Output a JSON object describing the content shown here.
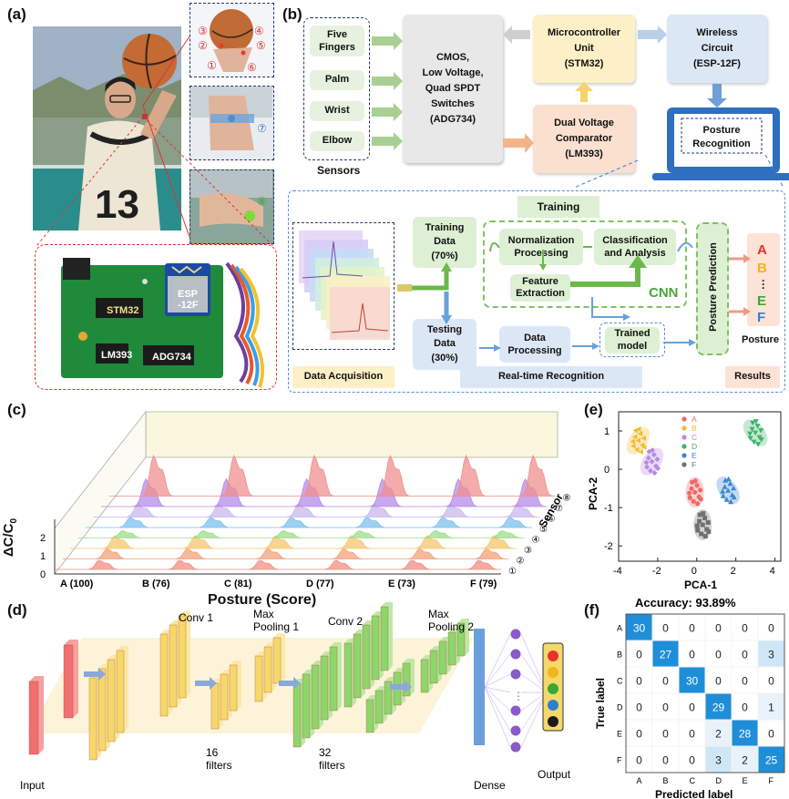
{
  "panels": {
    "a": "(a)",
    "b": "(b)",
    "c": "(c)",
    "d": "(d)",
    "e": "(e)",
    "f": "(f)"
  },
  "panel_a": {
    "sensor_markers": [
      "①",
      "②",
      "③",
      "④",
      "⑤",
      "⑥",
      "⑦",
      "⑧"
    ],
    "chips": [
      "STM32",
      "ESP\n-12F",
      "LM393",
      "ADG734"
    ]
  },
  "panel_b": {
    "sensors": [
      "Five\nFingers",
      "Palm",
      "Wrist",
      "Elbow"
    ],
    "sensors_label": "Sensors",
    "switch_box": "CMOS,\nLow Voltage,\nQuad SPDT\nSwitches\n(ADG734)",
    "mcu_box": "Microcontroller\nUnit\n(STM32)",
    "wireless_box": "Wireless\nCircuit\n(ESP-12F)",
    "comparator_box": "Dual Voltage\nComparator\n(LM393)",
    "laptop_label": "Posture\nRecognition",
    "training_title": "Training",
    "training_data": "Training\nData\n(70%)",
    "testing_data": "Testing\nData\n(30%)",
    "normalization": "Normalization\nProcessing",
    "classification": "Classification\nand Analysis",
    "feature": "Feature\nExtraction",
    "cnn": "CNN",
    "data_processing": "Data\nProcessing",
    "trained_model": "Trained\nmodel",
    "posture_prediction": "Posture Prediction",
    "result_letters": [
      "A",
      "B",
      "E",
      "F"
    ],
    "result_colors": [
      "#e8322d",
      "#f2b41f",
      "#39a935",
      "#2f7fd1"
    ],
    "posture_label": "Posture",
    "footer": [
      "Data Acquisition",
      "Real-time Recognition",
      "Results"
    ]
  },
  "panel_c": {
    "ylabel": "ΔC/C",
    "ylabel_sub": "0",
    "y_ticks": [
      "0",
      "1",
      "2"
    ],
    "xlabel": "Posture (Score)",
    "x_ticks": [
      "A (100)",
      "B (76)",
      "C (81)",
      "D (77)",
      "E (73)",
      "F (79)"
    ],
    "zlabel": "Sensor",
    "z_ticks": [
      "①",
      "②",
      "③",
      "④",
      "⑤",
      "⑥",
      "⑦",
      "⑧"
    ],
    "colors": [
      "#f08f80",
      "#f4a07a",
      "#f6c66d",
      "#9ede8b",
      "#7cc0ee",
      "#c9b8ee",
      "#b58be8",
      "#f08f8f"
    ]
  },
  "panel_d": {
    "labels": [
      "Input",
      "Conv 1",
      "Max\nPooling 1",
      "Conv 2",
      "Max\nPooling 2",
      "Dense",
      "Output"
    ],
    "filters": [
      "16\nfilters",
      "32\nfilters"
    ]
  },
  "chart_data": [
    {
      "type": "scatter",
      "xlabel": "PCA-1",
      "ylabel": "PCA-2",
      "xlim": [
        -4,
        4.3
      ],
      "ylim": [
        -2.4,
        1.5
      ],
      "x_ticks": [
        "-4",
        "-2",
        "0",
        "2",
        "4"
      ],
      "y_ticks": [
        "1",
        "0",
        "-1",
        "-2"
      ],
      "legend_position": "top-left",
      "series": [
        {
          "name": "A",
          "color": "#ee6a6a",
          "marker": "circle",
          "center": [
            -0.1,
            -0.6
          ]
        },
        {
          "name": "B",
          "color": "#f2bd2f",
          "marker": "triangle-left",
          "center": [
            -3.0,
            0.75
          ]
        },
        {
          "name": "C",
          "color": "#b78ae3",
          "marker": "diamond",
          "center": [
            -2.3,
            0.2
          ]
        },
        {
          "name": "D",
          "color": "#3db36b",
          "marker": "triangle-down",
          "center": [
            3.0,
            0.95
          ]
        },
        {
          "name": "E",
          "color": "#3b86d8",
          "marker": "triangle-up",
          "center": [
            1.6,
            -0.55
          ]
        },
        {
          "name": "F",
          "color": "#707070",
          "marker": "square",
          "center": [
            0.3,
            -1.45
          ]
        }
      ]
    },
    {
      "type": "heatmap",
      "title": "Accuracy: 93.89%",
      "xlabel": "Predicted label",
      "ylabel": "True label",
      "labels": [
        "A",
        "B",
        "C",
        "D",
        "E",
        "F"
      ],
      "matrix": [
        [
          30,
          0,
          0,
          0,
          0,
          0
        ],
        [
          0,
          27,
          0,
          0,
          0,
          3
        ],
        [
          0,
          0,
          30,
          0,
          0,
          0
        ],
        [
          0,
          0,
          0,
          29,
          0,
          1
        ],
        [
          0,
          0,
          0,
          2,
          28,
          0
        ],
        [
          0,
          0,
          0,
          3,
          2,
          25
        ]
      ]
    }
  ]
}
